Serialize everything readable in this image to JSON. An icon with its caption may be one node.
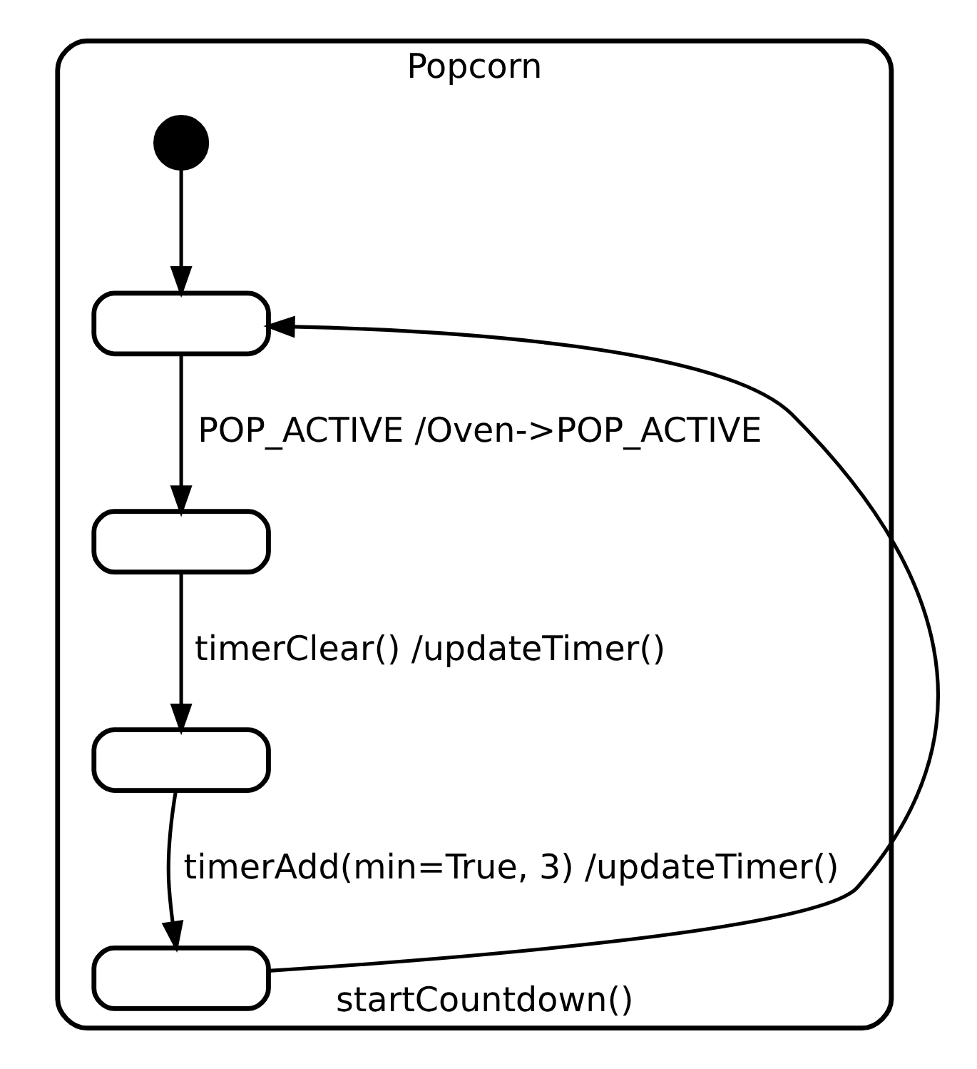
{
  "diagram": {
    "nodes": [
      {
        "text": [
          "Popcorn"
        ]
      },
      {
        "text": [],
        "shape": "circle",
        "in": 0
      },
      {
        "text": [],
        "shape": "box",
        "in": 0
      },
      {
        "text": [],
        "shape": "box",
        "in": 0
      },
      {
        "text": [],
        "shape": "box",
        "in": 0
      },
      {
        "text": [],
        "shape": "box",
        "in": 0
      }
    ],
    "edges": [
      {
        "from": 1,
        "to": 2,
        "arrow": "to"
      },
      {
        "from": 2,
        "to": 3,
        "arrow": "to",
        "label": "POP_ACTIVE /Oven->POP_ACTIVE"
      },
      {
        "from": 3,
        "to": 4,
        "arrow": "to",
        "label": "timerClear() /updateTimer()"
      },
      {
        "from": 4,
        "to": 5,
        "arrow": "to",
        "label": "timerAdd(min=True, 3) /updateTimer()"
      },
      {
        "from": 5,
        "to": 2,
        "arrow": "to",
        "label": "startCountdown()"
      }
    ]
  }
}
